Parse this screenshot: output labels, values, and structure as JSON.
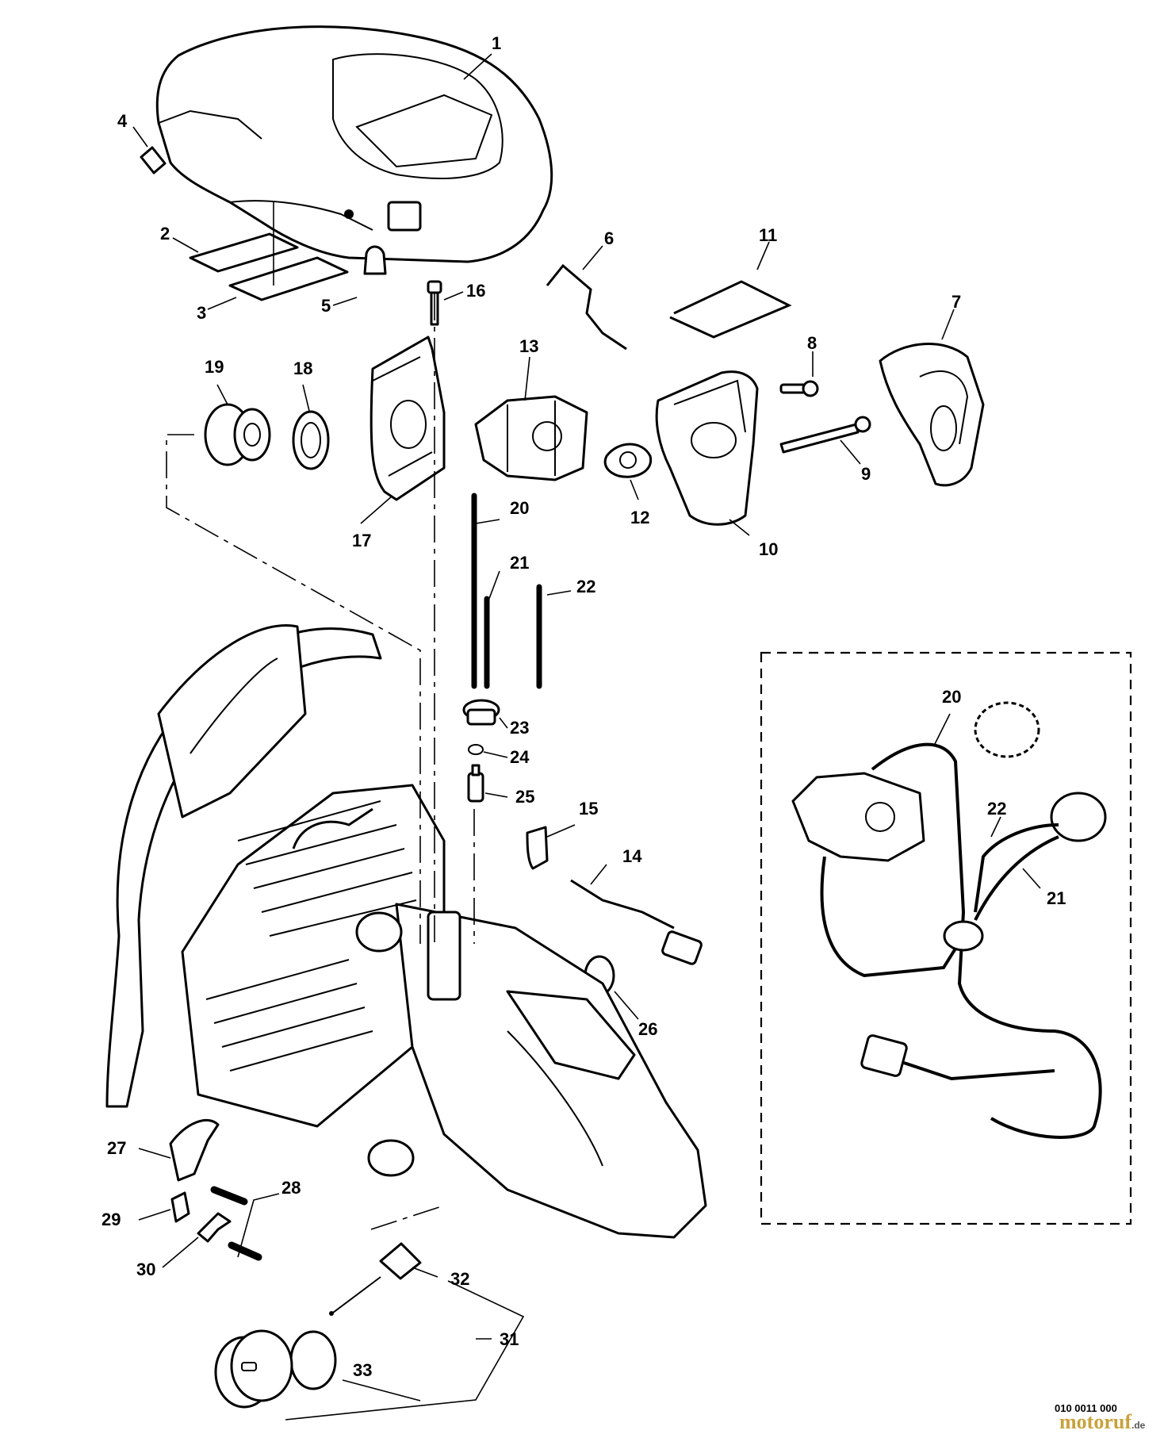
{
  "callouts": {
    "p1": "1",
    "p2": "2",
    "p3": "3",
    "p4": "4",
    "p5": "5",
    "p6": "6",
    "p7": "7",
    "p8": "8",
    "p9": "9",
    "p10": "10",
    "p11": "11",
    "p12": "12",
    "p13": "13",
    "p14": "14",
    "p15": "15",
    "p16": "16",
    "p17": "17",
    "p18": "18",
    "p19": "19",
    "p20": "20",
    "p21": "21",
    "p22": "22",
    "p23": "23",
    "p24": "24",
    "p25": "25",
    "p26": "26",
    "p27": "27",
    "p28": "28",
    "p29": "29",
    "p30": "30",
    "p31": "31",
    "p32": "32",
    "p33": "33",
    "inset20": "20",
    "inset21": "21",
    "inset22": "22"
  },
  "footer": {
    "doc_code": "010 0011 000",
    "watermark": "motoruf",
    "watermark_tld": ".de"
  }
}
